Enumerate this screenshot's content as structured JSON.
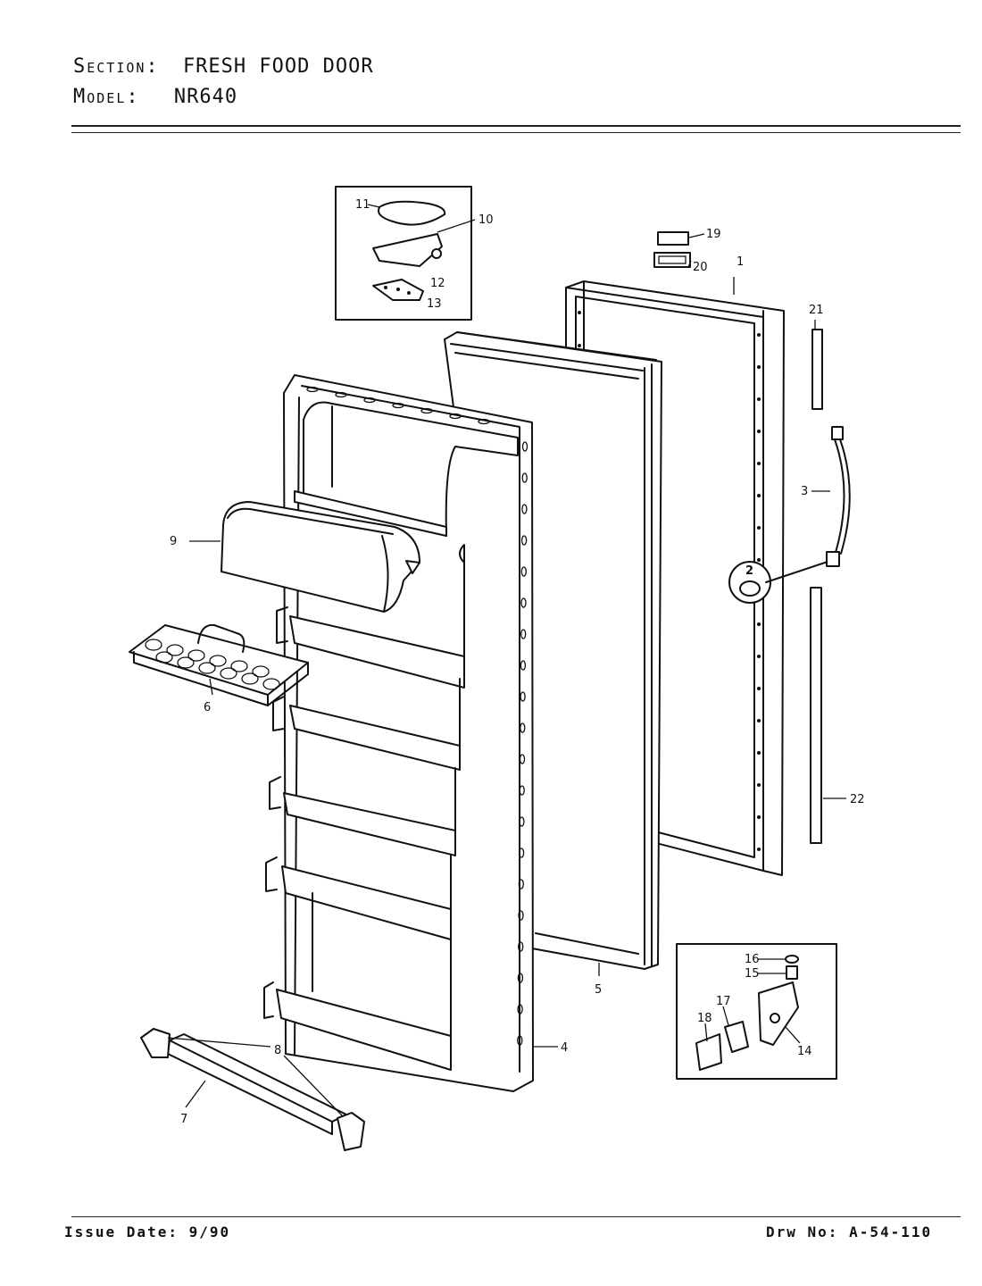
{
  "header": {
    "section_label": "Section:",
    "section_value": "FRESH FOOD DOOR",
    "model_label": "Model:",
    "model_value": "NR640"
  },
  "callouts": [
    "1",
    "2",
    "3",
    "4",
    "5",
    "6",
    "7",
    "8",
    "9",
    "10",
    "11",
    "12",
    "13",
    "14",
    "15",
    "16",
    "17",
    "18",
    "19",
    "20",
    "21",
    "22"
  ],
  "footer": {
    "issue_date": "Issue Date: 9/90",
    "drawing_no": "Drw No: A-54-110"
  }
}
